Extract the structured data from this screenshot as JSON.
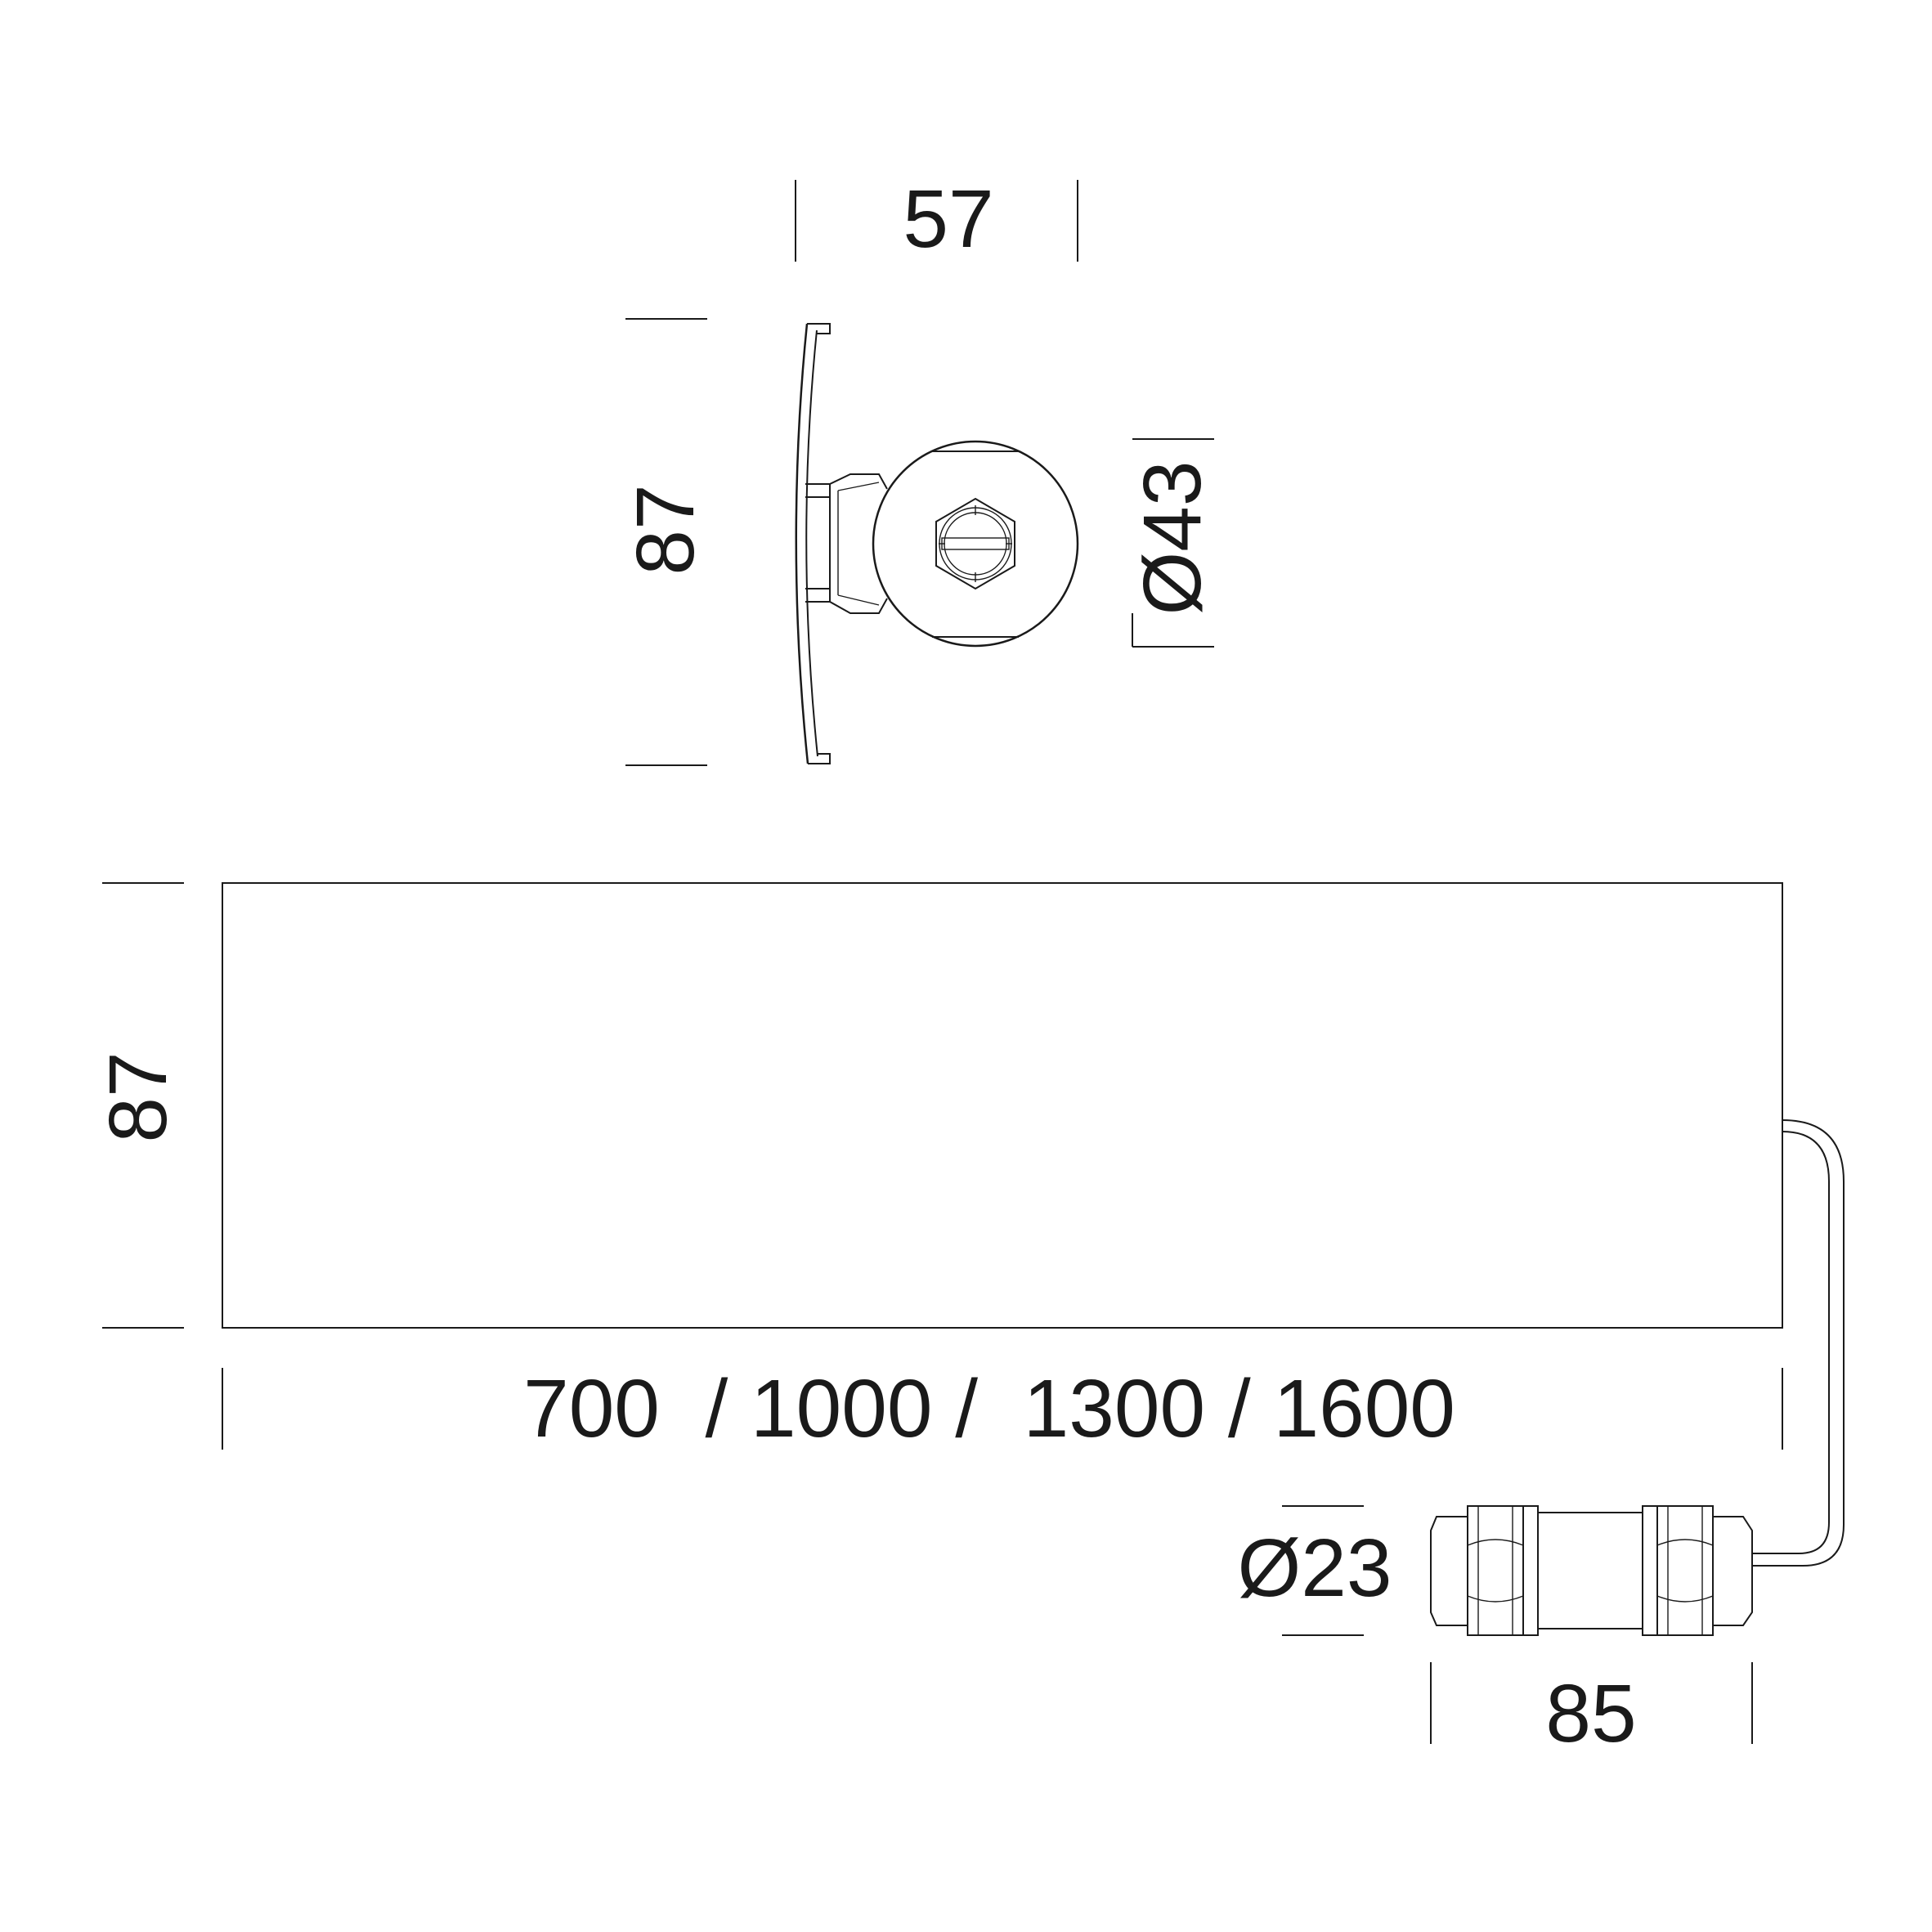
{
  "drawing": {
    "side_view": {
      "width_label": "57",
      "height_label": "87",
      "diameter_label": "Ø43"
    },
    "front_view": {
      "height_label": "87",
      "length_label": "700  / 1000 /  1300 / 1600"
    },
    "connector": {
      "diameter_label": "Ø23",
      "length_label": "85"
    },
    "colors": {
      "line": "#1a1a1a",
      "background": "#ffffff"
    }
  }
}
